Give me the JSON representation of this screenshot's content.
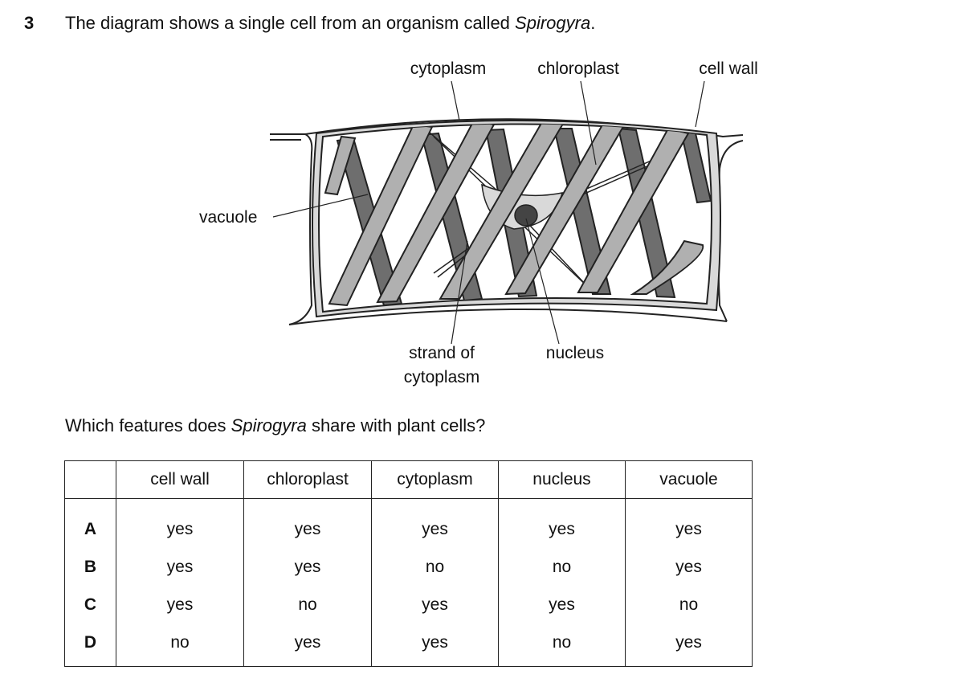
{
  "question": {
    "number": "3",
    "text_before": "The diagram shows a single cell from an organism called ",
    "organism": "Spirogyra",
    "text_after": "."
  },
  "diagram_labels": {
    "cytoplasm": "cytoplasm",
    "chloroplast": "chloroplast",
    "cell_wall": "cell wall",
    "vacuole": "vacuole",
    "strand_line1": "strand of",
    "strand_line2": "cytoplasm",
    "nucleus": "nucleus"
  },
  "prompt": {
    "before": "Which features does ",
    "organism": "Spirogyra",
    "after": " share with plant cells?"
  },
  "table": {
    "headers": [
      "cell wall",
      "chloroplast",
      "cytoplasm",
      "nucleus",
      "vacuole"
    ],
    "rows": [
      {
        "option": "A",
        "cells": [
          "yes",
          "yes",
          "yes",
          "yes",
          "yes"
        ]
      },
      {
        "option": "B",
        "cells": [
          "yes",
          "yes",
          "no",
          "no",
          "yes"
        ]
      },
      {
        "option": "C",
        "cells": [
          "yes",
          "no",
          "yes",
          "yes",
          "no"
        ]
      },
      {
        "option": "D",
        "cells": [
          "no",
          "yes",
          "yes",
          "no",
          "yes"
        ]
      }
    ]
  }
}
